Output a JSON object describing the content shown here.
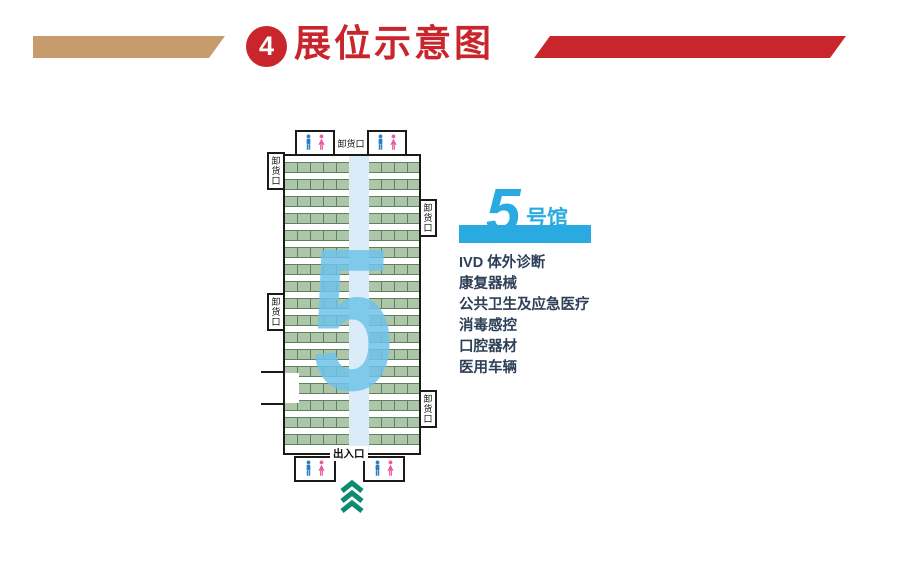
{
  "header": {
    "badge_number": "4",
    "title": "展位示意图"
  },
  "plan": {
    "watermark_number": "5",
    "top_dock_label": "卸货口",
    "left_dock_labels": [
      "卸货口",
      "卸货口"
    ],
    "right_dock_labels": [
      "卸货口",
      "卸货口"
    ],
    "entrance_label": "出入口",
    "restroom_icons": [
      "male-figure",
      "female-figure"
    ],
    "entrance_arrow_icon": "triple-up-chevron"
  },
  "legend": {
    "hall_number": "5",
    "hall_suffix": "号馆",
    "categories": [
      "IVD 体外诊断",
      "康复器械",
      "公共卫生及应急医疗",
      "消毒感控",
      "口腔器材",
      "医用车辆"
    ]
  },
  "colors": {
    "header_red": "#C9252C",
    "accent_tan": "#C69C6D",
    "hall_blue": "#29ABE2",
    "watermark_blue": "#6FC3EA",
    "booth_green": "#ADC6A9",
    "booth_grid_green": "#5E8260",
    "aisle_blue": "#D9ECF8",
    "chevron_green": "#0E8C72",
    "male_icon_blue": "#2A7FC1",
    "female_icon_pink": "#E75AA0"
  }
}
